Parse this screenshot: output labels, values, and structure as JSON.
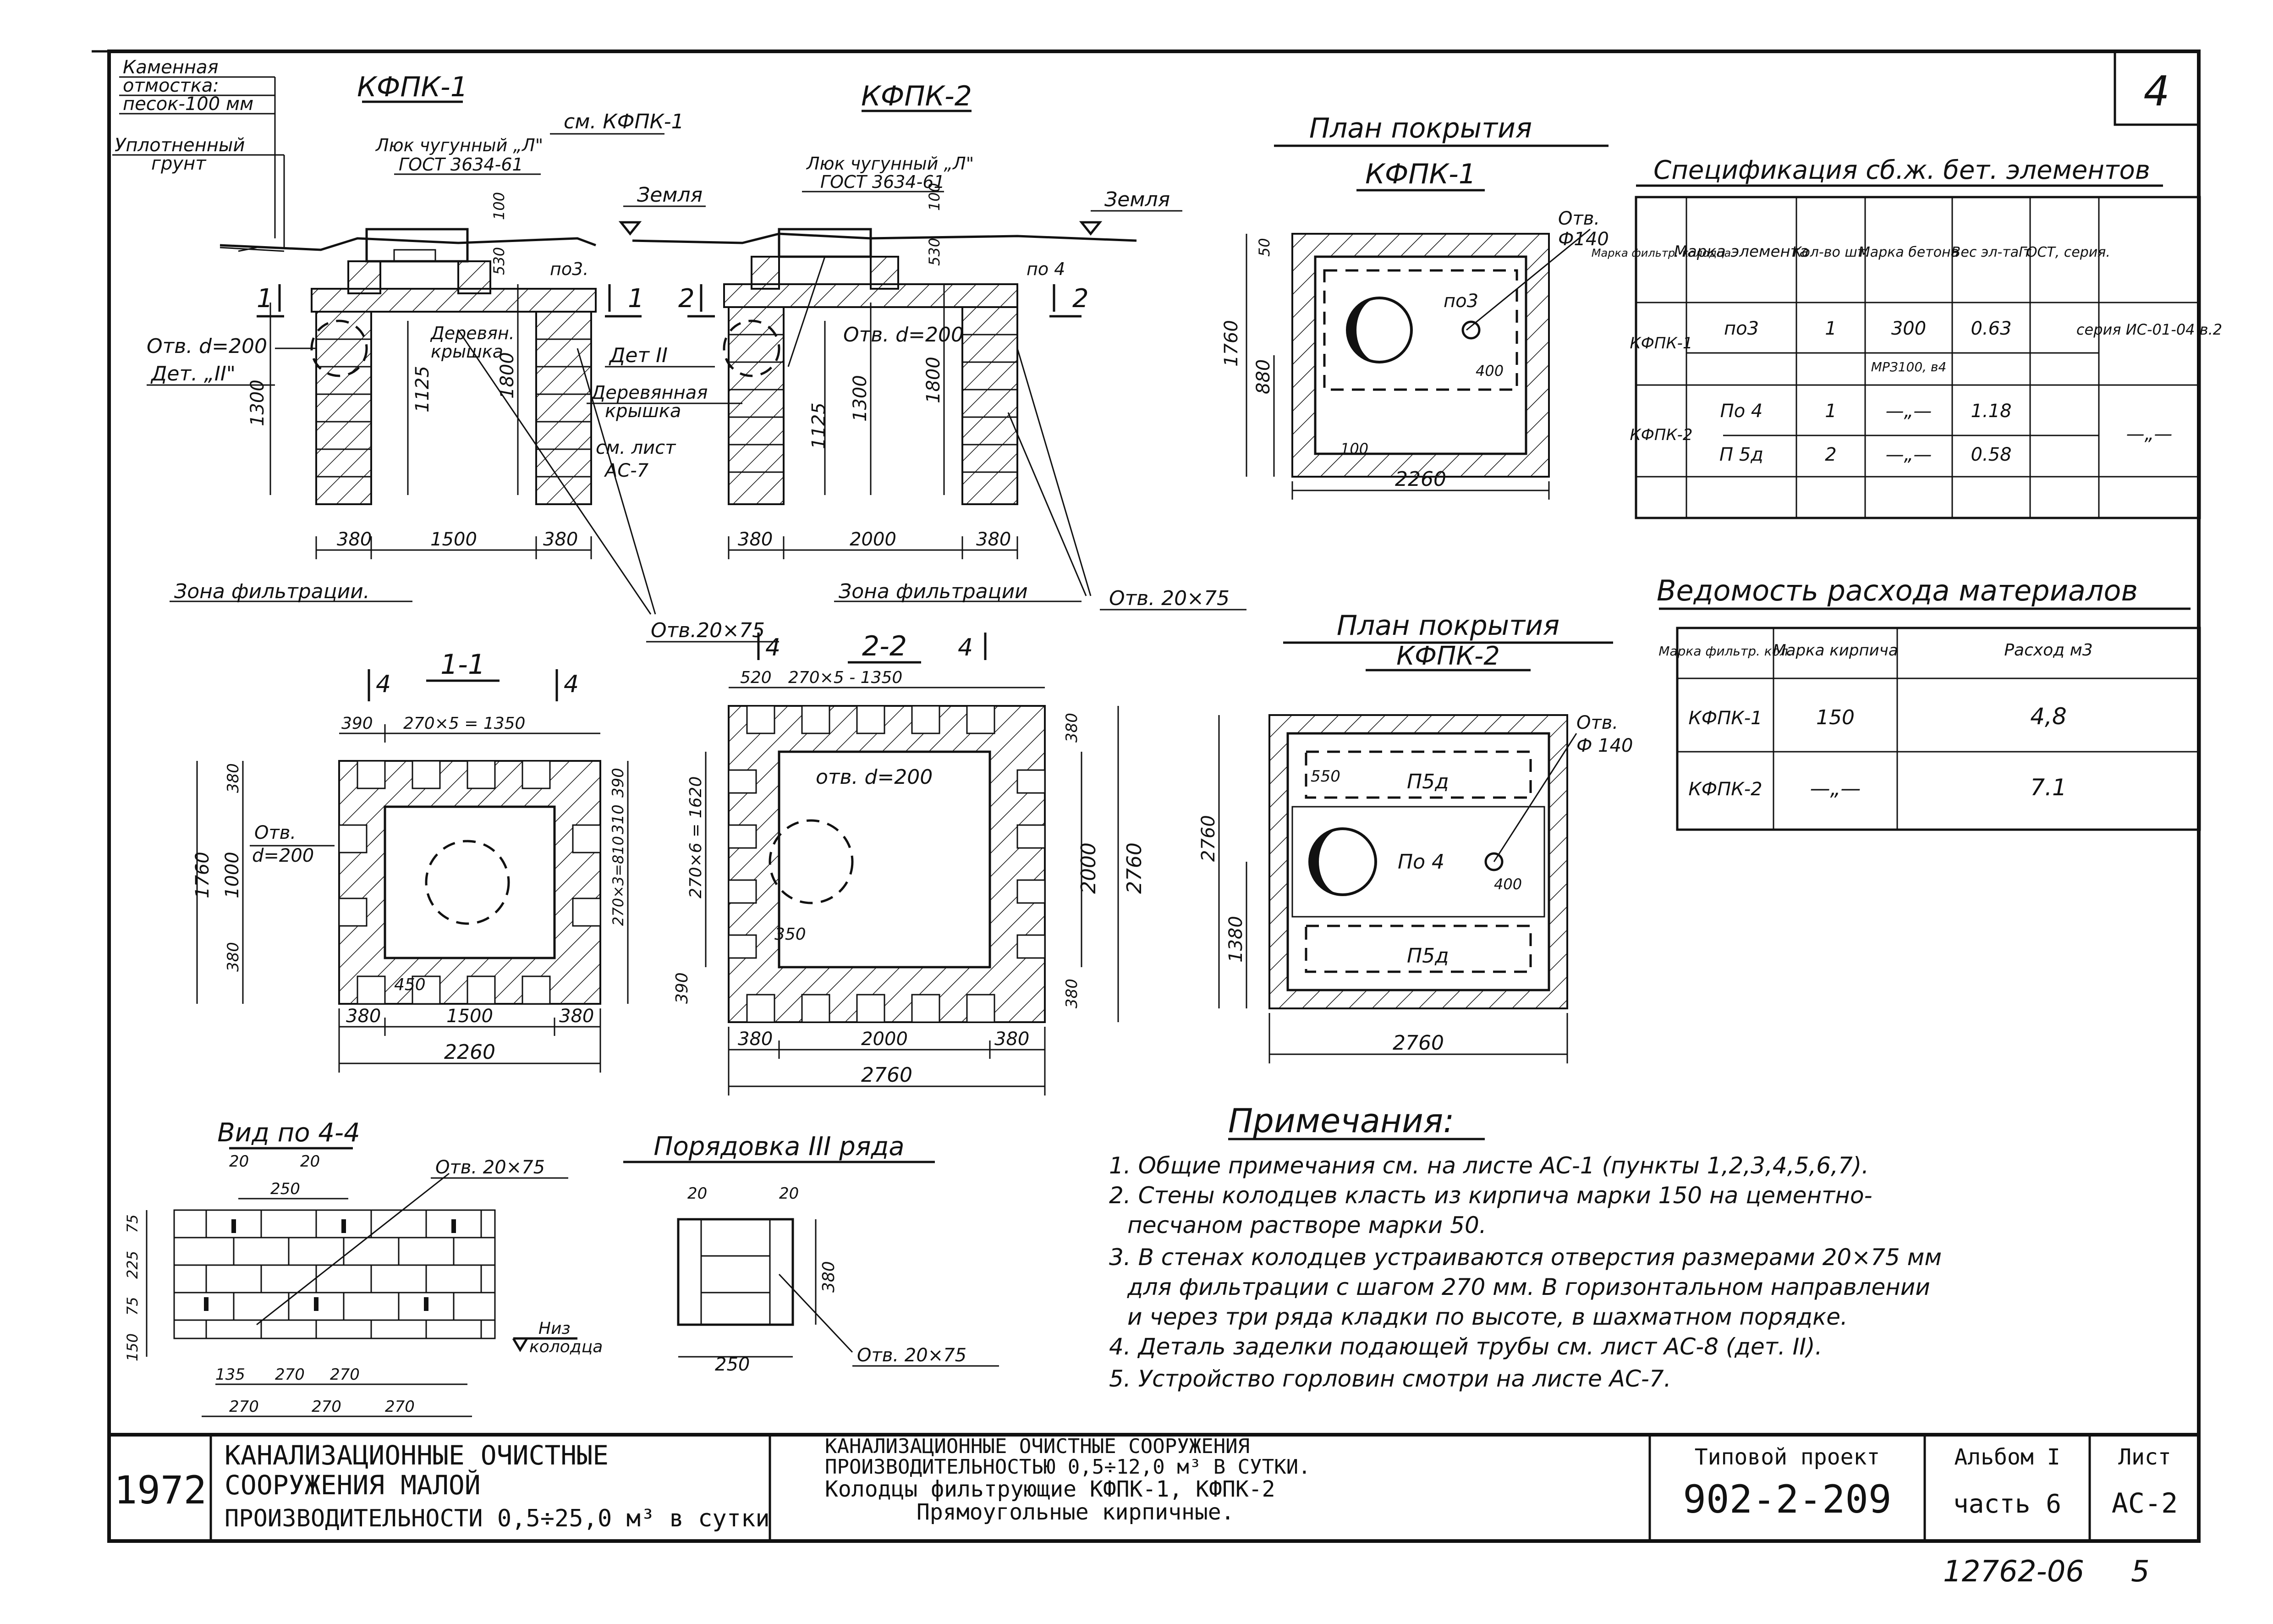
{
  "sheet": {
    "sheet_number": "4",
    "footer_code": "12762-06",
    "footer_page": "5"
  },
  "top_notes": {
    "stone_backfill": [
      "Каменная",
      "отмостка:",
      "песок-100 мм"
    ],
    "compacted_soil": [
      "Уплотненный",
      "грунт"
    ]
  },
  "kfpk1_section": {
    "title": "КФПК-1",
    "ref_note": "см. КФПК-1",
    "hatch_label": [
      "Люк чугунный „Л\"",
      "ГОСТ 3634-61"
    ],
    "opening": "Отв. d=200",
    "detail": "Дет. „II\"",
    "lid": [
      "Деревян.",
      "крышка"
    ],
    "pos_label": "по3.",
    "cut_marks": [
      "1",
      "1"
    ],
    "dims": {
      "h1300": "1300",
      "h1125": "1125",
      "h1800": "1800",
      "h530": "530",
      "h100": "100",
      "w380a": "380",
      "w1500": "1500",
      "w380b": "380"
    },
    "zone": "Зона фильтрации."
  },
  "kfpk2_section": {
    "title": "КФПК-2",
    "ground_left": "Земля",
    "ground_right": "Земля",
    "hatch_label": [
      "Люк чугунный „Л\"",
      "ГОСТ 3634-61"
    ],
    "detail": "Дет II",
    "lid": [
      "Деревянная",
      "крышка"
    ],
    "sheet_ref": [
      "см. лист",
      "АС-7"
    ],
    "opening": "Отв. d=200",
    "pos_label": "по 4",
    "cut_marks": [
      "2",
      "2"
    ],
    "dims": {
      "h1125": "1125",
      "h1300": "1300",
      "h1800": "1800",
      "h530": "530",
      "h100": "100",
      "w380a": "380",
      "w2000": "2000",
      "w380b": "380"
    },
    "zone": "Зона фильтрации"
  },
  "slots_left": "Отв.20×75",
  "slots_right": "Отв. 20×75",
  "plan_kfpk1": {
    "title": [
      "План покрытия",
      "КФПК-1"
    ],
    "opening": [
      "Отв.",
      "Ф140"
    ],
    "pos": "по3",
    "dims": {
      "h1760": "1760",
      "h880": "880",
      "h50": "50",
      "w100": "100",
      "w400": "400",
      "w2260": "2260"
    }
  },
  "plan_kfpk2": {
    "title": [
      "План покрытия",
      "КФПК-2"
    ],
    "opening": [
      "Отв.",
      "Ф 140"
    ],
    "slab_top": "П5д",
    "slab_bottom": "П5д",
    "pos": "По 4",
    "dims": {
      "h2760": "2760",
      "h1380": "1380",
      "w550": "550",
      "w400": "400",
      "w2760": "2760"
    }
  },
  "section_11": {
    "title": "1-1",
    "cut_marks": [
      "4",
      "4"
    ],
    "opening": [
      "Отв.",
      "d=200"
    ],
    "dims": {
      "w390": "390",
      "w1350": "270×5 = 1350",
      "h1760": "1760",
      "h1000": "1000",
      "h380a": "380",
      "h380b": "380",
      "h390": "390",
      "h810": "270×3=810",
      "h310": "310",
      "w450": "450",
      "w380a": "380",
      "w1500": "1500",
      "w380b": "380",
      "w2260": "2260"
    }
  },
  "section_22": {
    "title": "2-2",
    "cut_marks": [
      "4",
      "4"
    ],
    "opening": "отв. d=200",
    "dims": {
      "w520": "520",
      "w1350": "270×5 - 1350",
      "h1620": "270×6 = 1620",
      "w350": "350",
      "h390": "390",
      "h380a": "380",
      "h2000": "2000",
      "h2760": "2760",
      "h380b": "380",
      "w380a": "380",
      "w2000": "2000",
      "w380b": "380",
      "w2760": "2760"
    }
  },
  "view_44": {
    "title": "Вид по 4-4",
    "slot": "Отв. 20×75",
    "bottom": [
      "Низ",
      "колодца"
    ],
    "dims": {
      "w20a": "20",
      "w20b": "20",
      "w250": "250",
      "h75a": "75",
      "h225": "225",
      "h75b": "75",
      "h150": "150",
      "w135": "135",
      "w270a": "270",
      "w270b": "270",
      "w270c": "270",
      "w270d": "270",
      "w270e": "270"
    }
  },
  "course_order": {
    "title": "Порядовка III ряда",
    "slot": "Отв. 20×75",
    "dims": {
      "w20a": "20",
      "w20b": "20",
      "h380": "380",
      "w250": "250"
    }
  },
  "spec_table": {
    "title": "Спецификация сб.ж. бет. элементов",
    "headers": [
      "Марка фильтр. колодца",
      "Марка элемента",
      "Кол-во шт.",
      "Марка бетона",
      "Вес эл-та т",
      "ГОСТ, серия."
    ],
    "rows": [
      [
        "КФПК-1",
        "по3",
        "1",
        "300",
        "0.63",
        "серия ИС-01-04 в.2"
      ],
      [
        "",
        "",
        "",
        "МРЗ100, в4",
        "",
        ""
      ],
      [
        "КФПК-2",
        "По 4",
        "1",
        "—„—",
        "1.18",
        "—„—"
      ],
      [
        "",
        "П 5д",
        "2",
        "—„—",
        "0.58",
        ""
      ]
    ]
  },
  "materials_table": {
    "title": "Ведомость расхода материалов",
    "headers": [
      "Марка фильтр. кол.",
      "Марка кирпича",
      "Расход м3"
    ],
    "rows": [
      [
        "КФПК-1",
        "150",
        "4,8"
      ],
      [
        "КФПК-2",
        "—„—",
        "7.1"
      ]
    ]
  },
  "notes": {
    "title": "Примечания:",
    "lines": [
      "1. Общие примечания см. на листе АС-1 (пункты 1,2,3,4,5,6,7).",
      "2. Стены колодцев класть из кирпича марки 150 на цементно-",
      "песчаном растворе марки 50.",
      "3. В стенах колодцев устраиваются отверстия размерами 20×75 мм",
      "для фильтрации с шагом 270 мм. В горизонтальном направлении",
      "и через три ряда кладки по высоте, в шахматном порядке.",
      "4. Деталь заделки подающей трубы см. лист АС-8 (дет. II).",
      "5. Устройство горловин смотри на листе АС-7."
    ]
  },
  "title_block": {
    "year": "1972",
    "project_name": [
      "КАНАЛИЗАЦИОННЫЕ ОЧИСТНЫЕ",
      "СООРУЖЕНИЯ МАЛОЙ",
      "ПРОИЗВОДИТЕЛЬНОСТИ 0,5÷25,0 м³ в сутки"
    ],
    "drawing_name": [
      "КАНАЛИЗАЦИОННЫЕ ОЧИСТНЫЕ СООРУЖЕНИЯ",
      "ПРОИЗВОДИТЕЛЬНОСТЬЮ 0,5÷12,0 м³ В СУТКИ.",
      "Колодцы фильтрующие КФПК-1, КФПК-2",
      "Прямоугольные кирпичные."
    ],
    "project_label": "Типовой проект",
    "project_number": "902-2-209",
    "album_label": "Альбом I",
    "album_part": "часть 6",
    "sheet_label": "Лист",
    "sheet_code": "АС-2"
  }
}
